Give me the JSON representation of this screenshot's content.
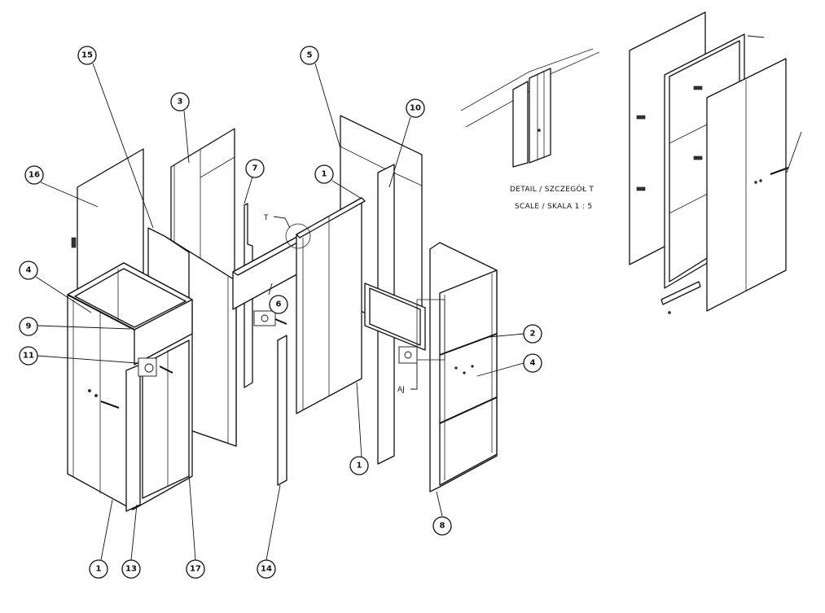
{
  "callouts": [
    "15",
    "5",
    "3",
    "10",
    "16",
    "7",
    "1",
    "4",
    "6",
    "9",
    "11",
    "2",
    "4",
    "1",
    "8",
    "1",
    "13",
    "17",
    "14"
  ],
  "tags": {
    "t": "T",
    "aj": "AJ"
  },
  "detail": {
    "title": "DETAIL / SZCZEGÓŁ T",
    "scale": "SCALE / SKALA 1 : 5"
  }
}
